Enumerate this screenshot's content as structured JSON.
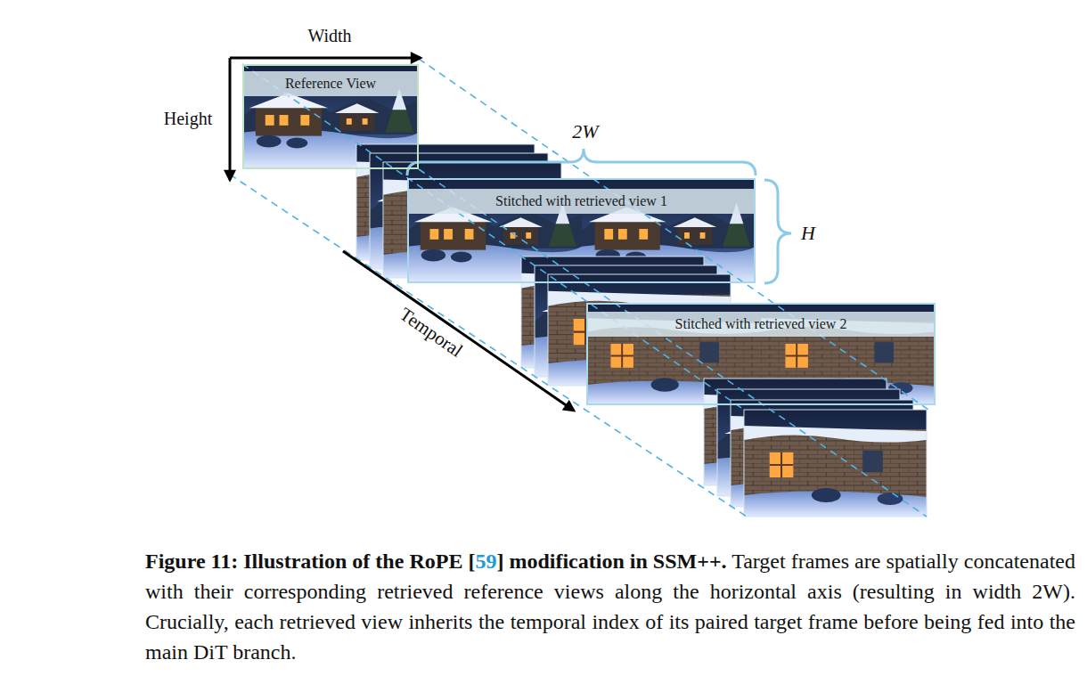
{
  "diagram": {
    "caption": "Figure 11: Illustration of the RoPE [59] modification in SSM++. Target frames are spatially concatenated with their corresponding retrieved reference views along the horizontal axis (resulting in width 2W). Crucially, each retrieved view inherits the temporal index of its paired target frame before being fed into the main DiT branch.",
    "nodes": [
      {
        "text": [
          "Reference View"
        ]
      },
      {
        "text": [
          "Stitched with retrieved view 1"
        ]
      },
      {
        "text": [
          "Stitched with retrieved view 2"
        ]
      }
    ],
    "labels": [
      "Width",
      "Height",
      "Temporal",
      "2W",
      "H"
    ]
  }
}
